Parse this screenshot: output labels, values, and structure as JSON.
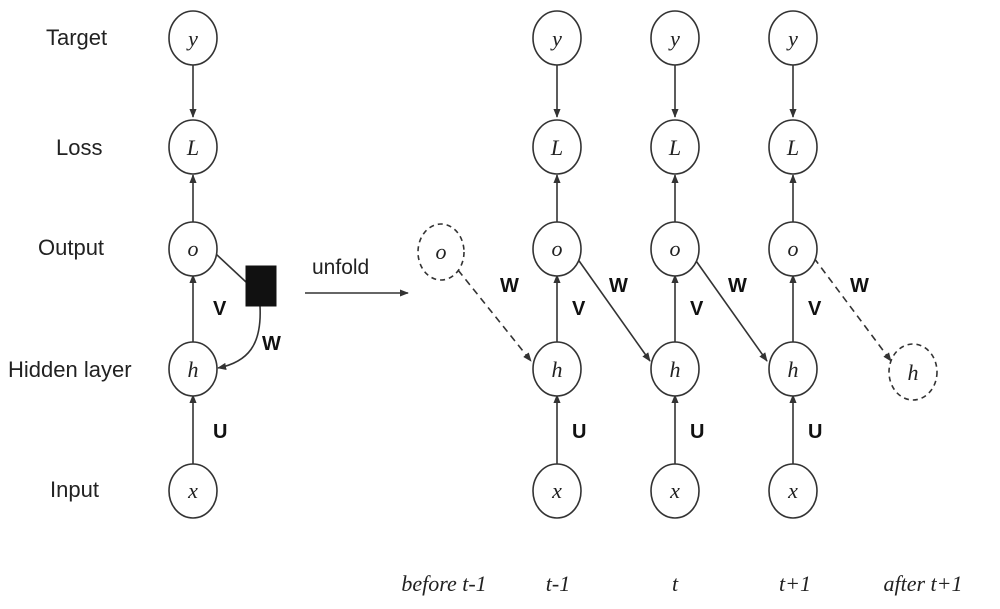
{
  "row_labels": {
    "target": "Target",
    "loss": "Loss",
    "output": "Output",
    "hidden": "Hidden layer",
    "input": "Input"
  },
  "node_symbols": {
    "y": "y",
    "L": "L",
    "o": "o",
    "h": "h",
    "x": "x"
  },
  "weights": {
    "U": "U",
    "V": "V",
    "W": "W"
  },
  "unfold_label": "unfold",
  "time_labels": [
    "before t-1",
    "t-1",
    "t",
    "t+1",
    "after t+1"
  ],
  "colors": {
    "stroke": "#333333",
    "delay_box": "#111111"
  }
}
